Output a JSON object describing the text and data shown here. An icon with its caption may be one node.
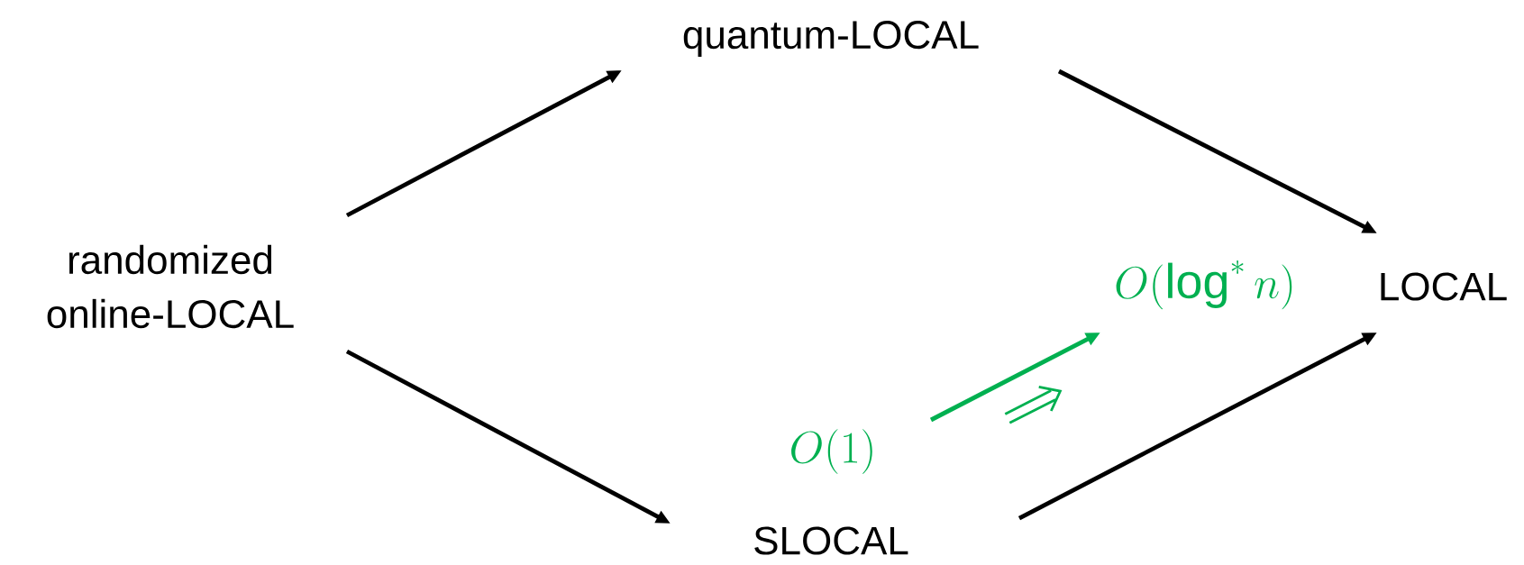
{
  "diagram": {
    "nodes": [
      {
        "text": [
          "randomized online-LOCAL"
        ]
      },
      {
        "text": [
          "quantum-LOCAL"
        ]
      },
      {
        "text": [
          "LOCAL"
        ]
      },
      {
        "text": [
          "SLOCAL"
        ]
      },
      {
        "text": [
          "O(1)"
        ]
      },
      {
        "text": [
          "O(\\log^* n)"
        ]
      }
    ],
    "edges": [
      {
        "from": 0,
        "to": 1,
        "arrow": "to"
      },
      {
        "from": 1,
        "to": 2,
        "arrow": "to"
      },
      {
        "from": 0,
        "to": 3,
        "arrow": "to"
      },
      {
        "from": 3,
        "to": 2,
        "arrow": "to"
      },
      {
        "from": 4,
        "to": 5,
        "arrow": "to",
        "color": "#00b050"
      }
    ]
  }
}
